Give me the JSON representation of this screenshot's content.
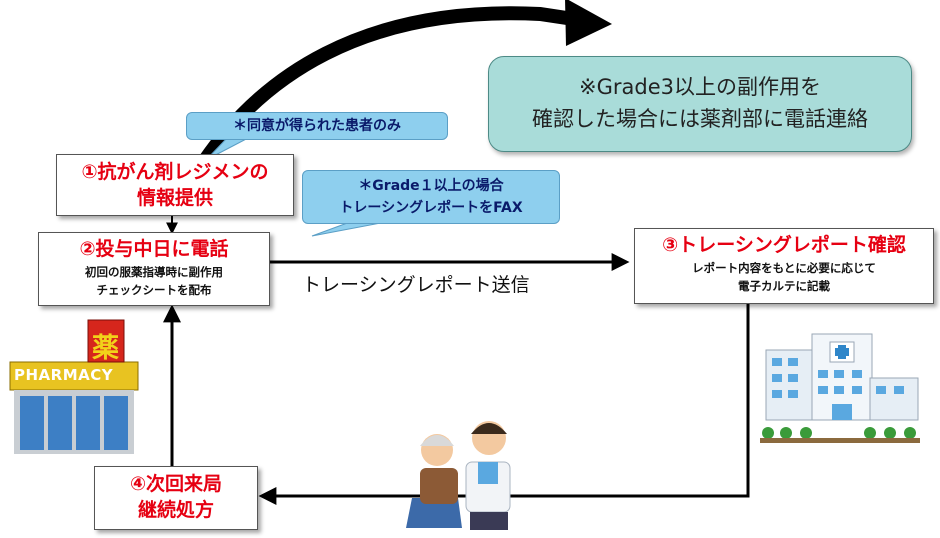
{
  "step1": {
    "line1": "①抗がん剤レジメンの",
    "line2": "情報提供"
  },
  "step2": {
    "title": "②投与中日に電話",
    "sub1": "初回の服薬指導時に副作用",
    "sub2": "チェックシートを配布"
  },
  "step3": {
    "title": "③トレーシングレポート確認",
    "sub1": "レポート内容をもとに必要に応じて",
    "sub2": "電子カルテに記載"
  },
  "step4": {
    "line1": "④次回来局",
    "line2": "継続処方"
  },
  "note": {
    "line1": "※Grade3以上の副作用を",
    "line2": "確認した場合には薬剤部に電話連絡"
  },
  "bubble_consent": "＊同意が得られた患者のみ",
  "bubble_fax": {
    "line1": "＊Grade１以上の場合",
    "line2": "トレーシングレポートをFAX"
  },
  "arrow_label": "トレーシングレポート送信",
  "pharmacy": {
    "sign": "薬",
    "name": "PHARMACY"
  },
  "colors": {
    "accent_red": "#e60012",
    "bubble_blue": "#8ecfee",
    "note_teal": "#a9dcd9"
  }
}
